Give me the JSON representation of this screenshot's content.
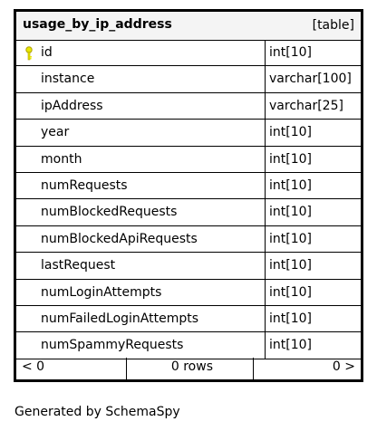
{
  "table": {
    "name": "usage_by_ip_address",
    "kind": "[table]",
    "columns": [
      {
        "name": "id",
        "type": "int[10]",
        "primary_key": true
      },
      {
        "name": "instance",
        "type": "varchar[100]"
      },
      {
        "name": "ipAddress",
        "type": "varchar[25]"
      },
      {
        "name": "year",
        "type": "int[10]"
      },
      {
        "name": "month",
        "type": "int[10]"
      },
      {
        "name": "numRequests",
        "type": "int[10]"
      },
      {
        "name": "numBlockedRequests",
        "type": "int[10]"
      },
      {
        "name": "numBlockedApiRequests",
        "type": "int[10]"
      },
      {
        "name": "lastRequest",
        "type": "int[10]"
      },
      {
        "name": "numLoginAttempts",
        "type": "int[10]"
      },
      {
        "name": "numFailedLoginAttempts",
        "type": "int[10]"
      },
      {
        "name": "numSpammyRequests",
        "type": "int[10]"
      }
    ],
    "footer": {
      "parents": "< 0",
      "rows": "0 rows",
      "children": "0 >"
    }
  },
  "credit": "Generated by SchemaSpy",
  "colors": {
    "header_background": "#f4f4f4",
    "border": "#000000",
    "key_icon": "#e8e800"
  },
  "icons": {
    "primary_key": "key-icon"
  }
}
